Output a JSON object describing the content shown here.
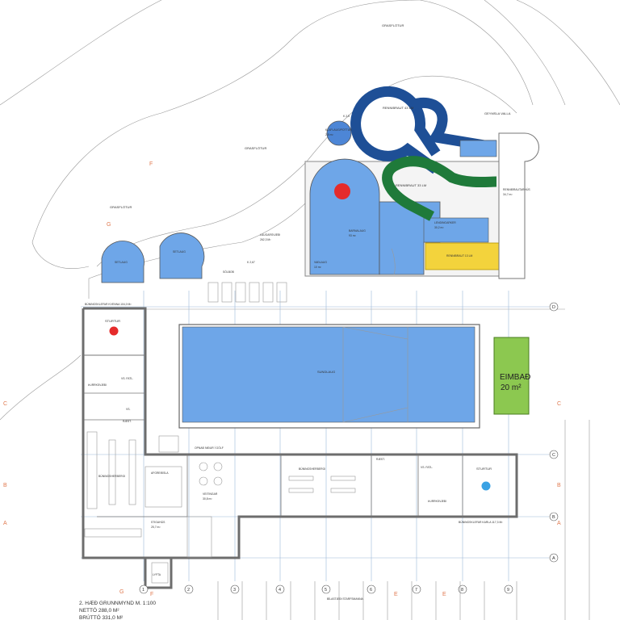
{
  "labels": {
    "grasflotur_top": "GRASFLÖTUR",
    "grasflotur_mid": "GRASFLÖTUR",
    "grasflotur_left": "GRASFLÖTUR",
    "geymsla": "GEYMSLA VALLA",
    "rennibraut_top": "RENNIBRAUT 43 LM",
    "rennibraut_mid": "RENNIBRAUT 33 LM",
    "rennibrautarhus": "RENNIBRAUTARHÚS",
    "rennibrautarhus_area": "34,7 m²",
    "lendingarker": "LENDINGARKER",
    "lendingarker_area": "30,2 m²",
    "rennibraut_yellow": "RENNIBRAUT 13 LM",
    "barnalaug": "BARNALAUG",
    "barnalaug_area": "93 m²",
    "vadlaug": "VAÐLAUG",
    "vadlaug_area": "10 m²",
    "klaflaug": "KLAFLAUG/POTTUR",
    "klaflaug_area": "2,5 m²",
    "klaflaug_level": "K 2,5",
    "laugarsvaedi": "LAUGARSVÆÐI",
    "laugarsvaedi_area": "262,3 M²",
    "setlaug1": "SETLAUG",
    "setlaug2": "SETLAUG",
    "level_k": "K 2,67",
    "solbod": "SÓLBOÐ",
    "buningsklefar_kvenna": "BÚNINGSKLEFAR KVENNA 104,0 M²",
    "sturtur_left": "STURTUR",
    "hurrkvaedi_left": "ÞURRKSVÆÐI",
    "vs_fatl_left": "VS. FATL.",
    "vs_left": "VS.",
    "raest_left": "RÆST.",
    "buningsherbergi_left": "BÚNINGSHERBERGI",
    "sundlaug": "SUNDLAUG",
    "eimbad": "EIMBAÐ",
    "eimbad_area": "20 m²",
    "opnad_nedur": "OPNAÐ NIÐUR Í GÓLF",
    "afgreidsla": "AFGREIÐSLA",
    "veitingar": "VEITINGAR",
    "veitingar_area": "30,8 m²",
    "buningsherbergi_mid": "BÚNINGSHERBERGI",
    "raest_right": "RÆST.",
    "vs_fatl_right": "VS. FATL.",
    "sturtur_right": "STURTUR",
    "hurrkvaedi_right": "ÞURRKSVÆÐI",
    "buningsklefar_karla": "BÚNINGSKLEFAR KARLA 117,3 M²",
    "stigahus": "STIGAHÚS",
    "stigahus_area": "25,7 m²",
    "lyfta": "LYFTA",
    "bilastaedi": "BÍLASTÆÐI STARFSMANNA"
  },
  "grid_axes": {
    "columns": [
      "1",
      "2",
      "3",
      "4",
      "5",
      "6",
      "7",
      "8",
      "9"
    ],
    "rows": [
      "D",
      "C",
      "B",
      "A"
    ]
  },
  "section_marks": [
    "F",
    "G",
    "C",
    "B",
    "A",
    "C",
    "B",
    "A",
    "G",
    "E",
    "E",
    "F"
  ],
  "title_block": {
    "line1": "2. HÆÐ GRUNNMYND M. 1:100",
    "line2": "NETTÓ 288,0 M²",
    "line3": "BRÚTTÓ 331,0 M²"
  },
  "colors": {
    "pool": "#6ea6e8",
    "slide_blue": "#1e4f96",
    "slide_green": "#1f7a3a",
    "slide_yellow": "#f3d33c",
    "steam_room": "#8cc850",
    "marker_red": "#e52b2b"
  }
}
